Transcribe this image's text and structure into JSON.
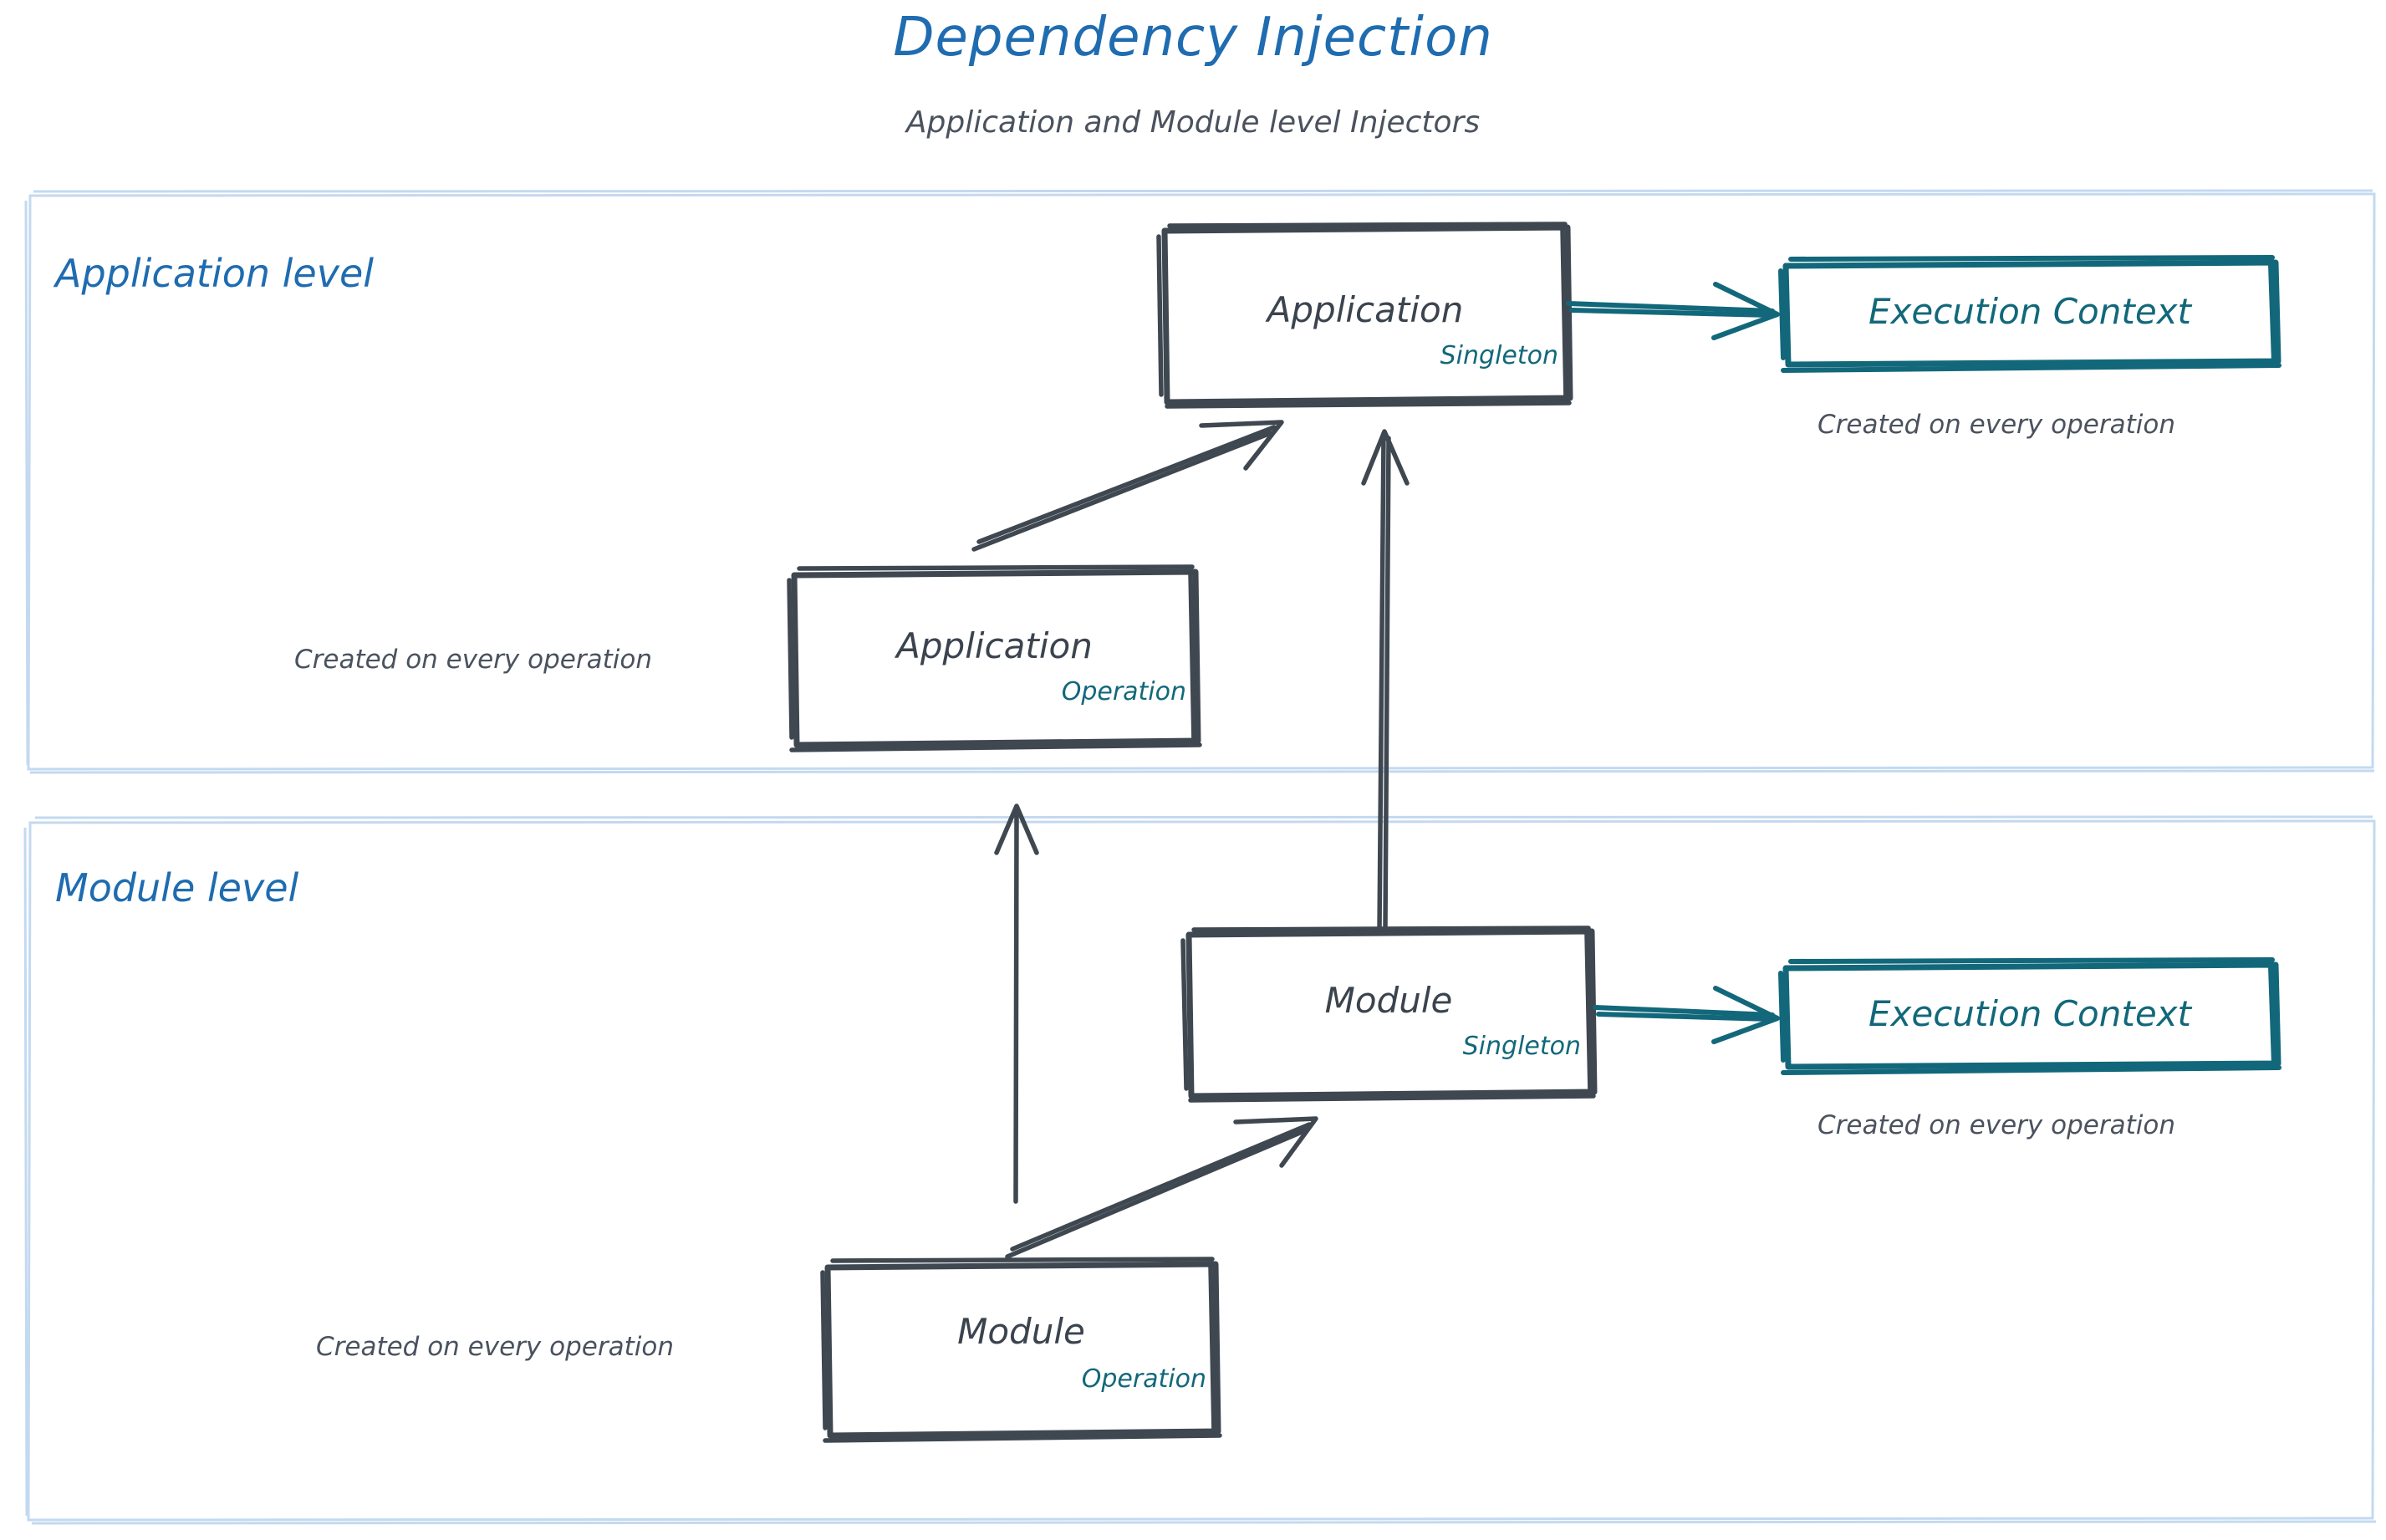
{
  "header": {
    "title": "Dependency Injection",
    "subtitle": "Application and Module level Injectors",
    "title_color": "#1f6cb0",
    "subtitle_color": "#4a525e"
  },
  "colors": {
    "container_border": "#bcd6ef",
    "accent_blue": "#1f6cb0",
    "sketch_dark": "#3f4750",
    "teal": "#12687a",
    "note_text": "#4a525e"
  },
  "sections": [
    {
      "id": "application-level",
      "label": "Application level"
    },
    {
      "id": "module-level",
      "label": "Module level"
    }
  ],
  "nodes": {
    "app_singleton": {
      "title": "Application",
      "tag": "Singleton"
    },
    "app_operation": {
      "title": "Application",
      "tag": "Operation"
    },
    "module_singleton": {
      "title": "Module",
      "tag": "Singleton"
    },
    "module_operation": {
      "title": "Module",
      "tag": "Operation"
    },
    "exec_ctx_app": {
      "title": "Execution Context",
      "tag": ""
    },
    "exec_ctx_module": {
      "title": "Execution Context",
      "tag": ""
    }
  },
  "notes": {
    "exec_ctx_app_note": "Created on every operation",
    "app_operation_note": "Created on every operation",
    "exec_ctx_module_note": "Created on every operation",
    "module_operation_note": "Created on every operation"
  },
  "edges": [
    {
      "id": "app-singleton-to-exec-ctx",
      "from": "app_singleton",
      "to": "exec_ctx_app",
      "color": "teal",
      "style": "arrow-right"
    },
    {
      "id": "app-operation-to-app-singleton",
      "from": "app_operation",
      "to": "app_singleton",
      "color": "dark",
      "style": "arrow-diagonal"
    },
    {
      "id": "module-singleton-to-exec-ctx",
      "from": "module_singleton",
      "to": "exec_ctx_module",
      "color": "teal",
      "style": "arrow-right"
    },
    {
      "id": "module-operation-to-module-singleton",
      "from": "module_operation",
      "to": "module_singleton",
      "color": "dark",
      "style": "arrow-diagonal"
    },
    {
      "id": "module-singleton-to-app-singleton",
      "from": "module_singleton",
      "to": "app_singleton",
      "color": "dark",
      "style": "arrow-up"
    },
    {
      "id": "module-operation-to-app-operation",
      "from": "module_operation",
      "to": "app_operation",
      "color": "dark",
      "style": "arrow-up"
    }
  ]
}
